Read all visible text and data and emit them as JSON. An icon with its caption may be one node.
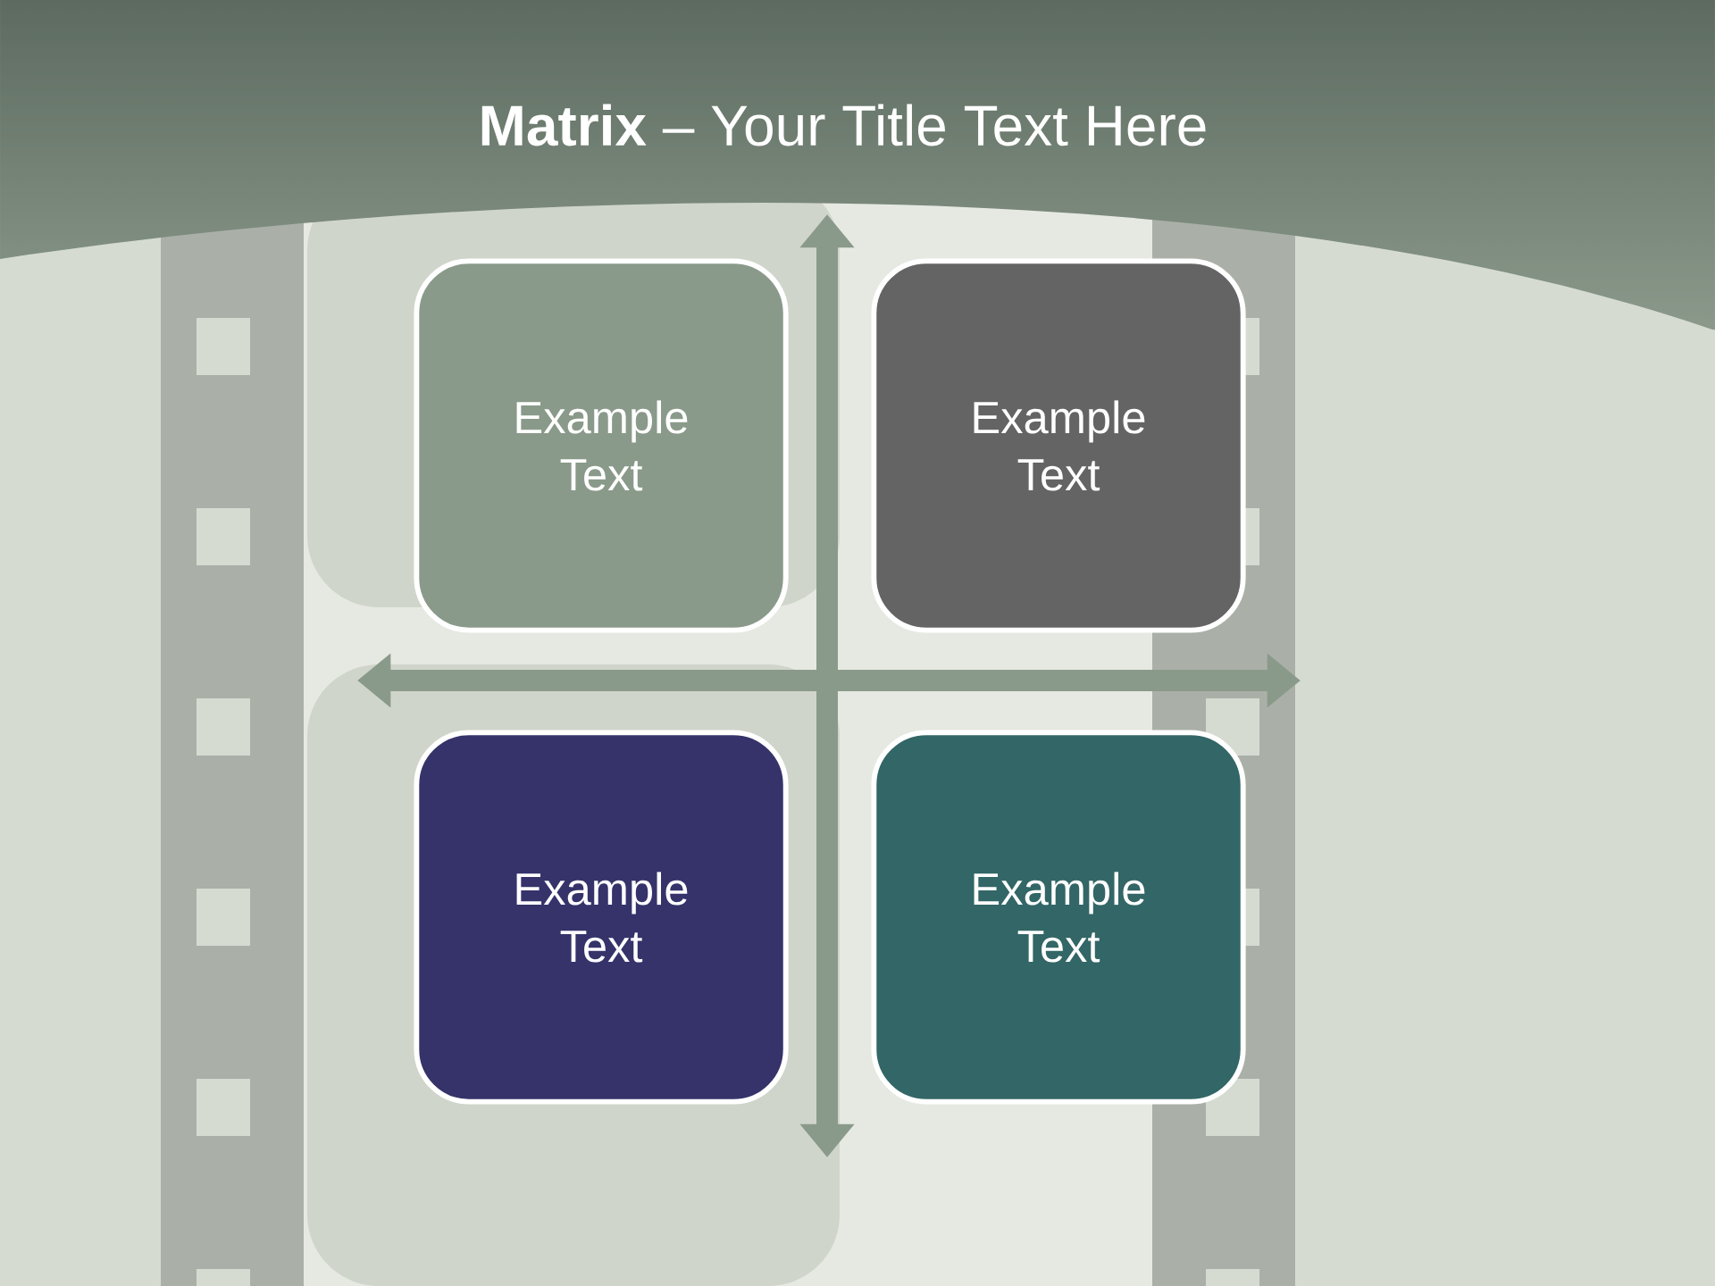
{
  "diagram": {
    "title": "**Matrix** – Your Title Text Here",
    "nodes": [
      {
        "text": [
          "Example Text"
        ]
      },
      {
        "text": [
          "Example Text"
        ]
      },
      {
        "text": [
          "Example Text"
        ]
      },
      {
        "text": [
          "Example Text"
        ]
      }
    ]
  }
}
